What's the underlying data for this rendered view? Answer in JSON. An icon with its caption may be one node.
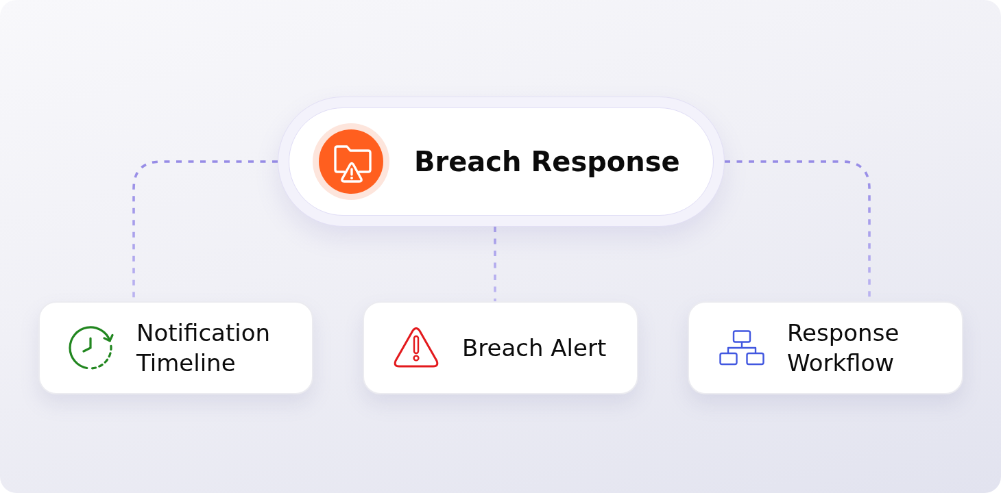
{
  "diagram": {
    "nodes": [
      {
        "text": [
          "Breach Response"
        ]
      },
      {
        "text": [
          "Notification Timeline"
        ]
      },
      {
        "text": [
          "Breach Alert"
        ]
      },
      {
        "text": [
          "Response Workflow"
        ]
      }
    ],
    "edges": [
      {
        "from": 0,
        "to": 1,
        "arrow": "none",
        "style": "dashed"
      },
      {
        "from": 0,
        "to": 2,
        "arrow": "none",
        "style": "dashed"
      },
      {
        "from": 0,
        "to": 3,
        "arrow": "none",
        "style": "dashed"
      }
    ]
  }
}
